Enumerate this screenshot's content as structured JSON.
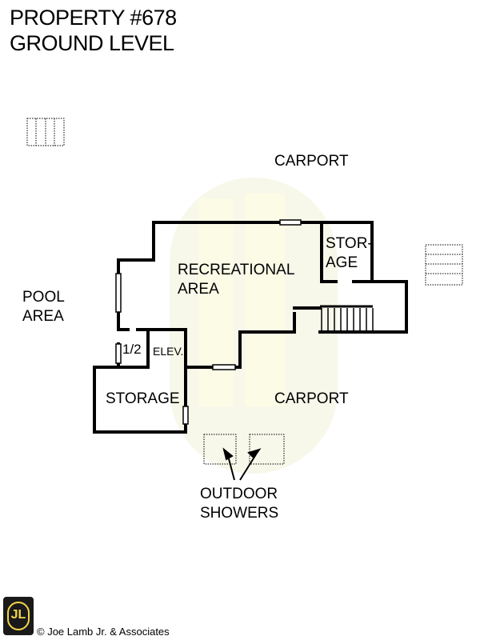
{
  "header": {
    "title_line1": "PROPERTY #678",
    "title_line2": "GROUND LEVEL"
  },
  "rooms": {
    "carport_top": "CARPORT",
    "storage_top_1": "STOR-",
    "storage_top_2": "AGE",
    "recreational_1": "RECREATIONAL",
    "recreational_2": "AREA",
    "pool_1": "POOL",
    "pool_2": "AREA",
    "half_bath": "1/2",
    "elevator": "ELEV.",
    "storage_bottom": "STORAGE",
    "carport_bottom": "CARPORT",
    "showers_1": "OUTDOOR",
    "showers_2": "SHOWERS"
  },
  "footer": {
    "logo_text": "JL",
    "copyright": "© Joe Lamb Jr. & Associates"
  },
  "colors": {
    "wall": "#000000",
    "watermark": "#f6f6e6",
    "logo_bg": "#1a1a1a",
    "logo_fg": "#f2d64b"
  }
}
